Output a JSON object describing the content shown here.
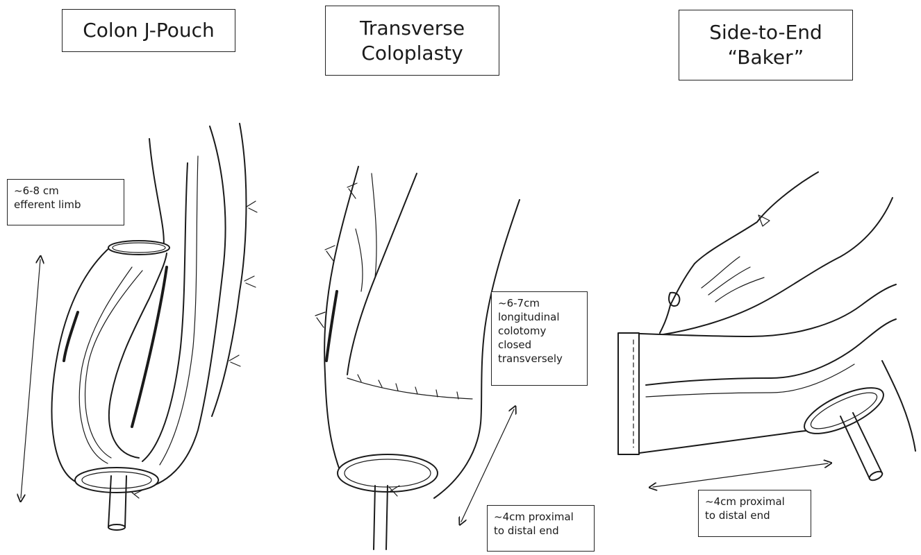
{
  "panels": [
    {
      "title": "Colon J-Pouch",
      "annotations": [
        {
          "text": "~6-8 cm\nefferent limb"
        }
      ]
    },
    {
      "title": "Transverse\nColoplasty",
      "annotations": [
        {
          "text": "~6-7cm\nlongitudinal\ncolotomy\nclosed\ntransversely"
        },
        {
          "text": "~4cm proximal\nto distal end"
        }
      ]
    },
    {
      "title": "Side-to-End\n“Baker”",
      "annotations": [
        {
          "text": "~4cm proximal\nto distal end"
        }
      ]
    }
  ]
}
